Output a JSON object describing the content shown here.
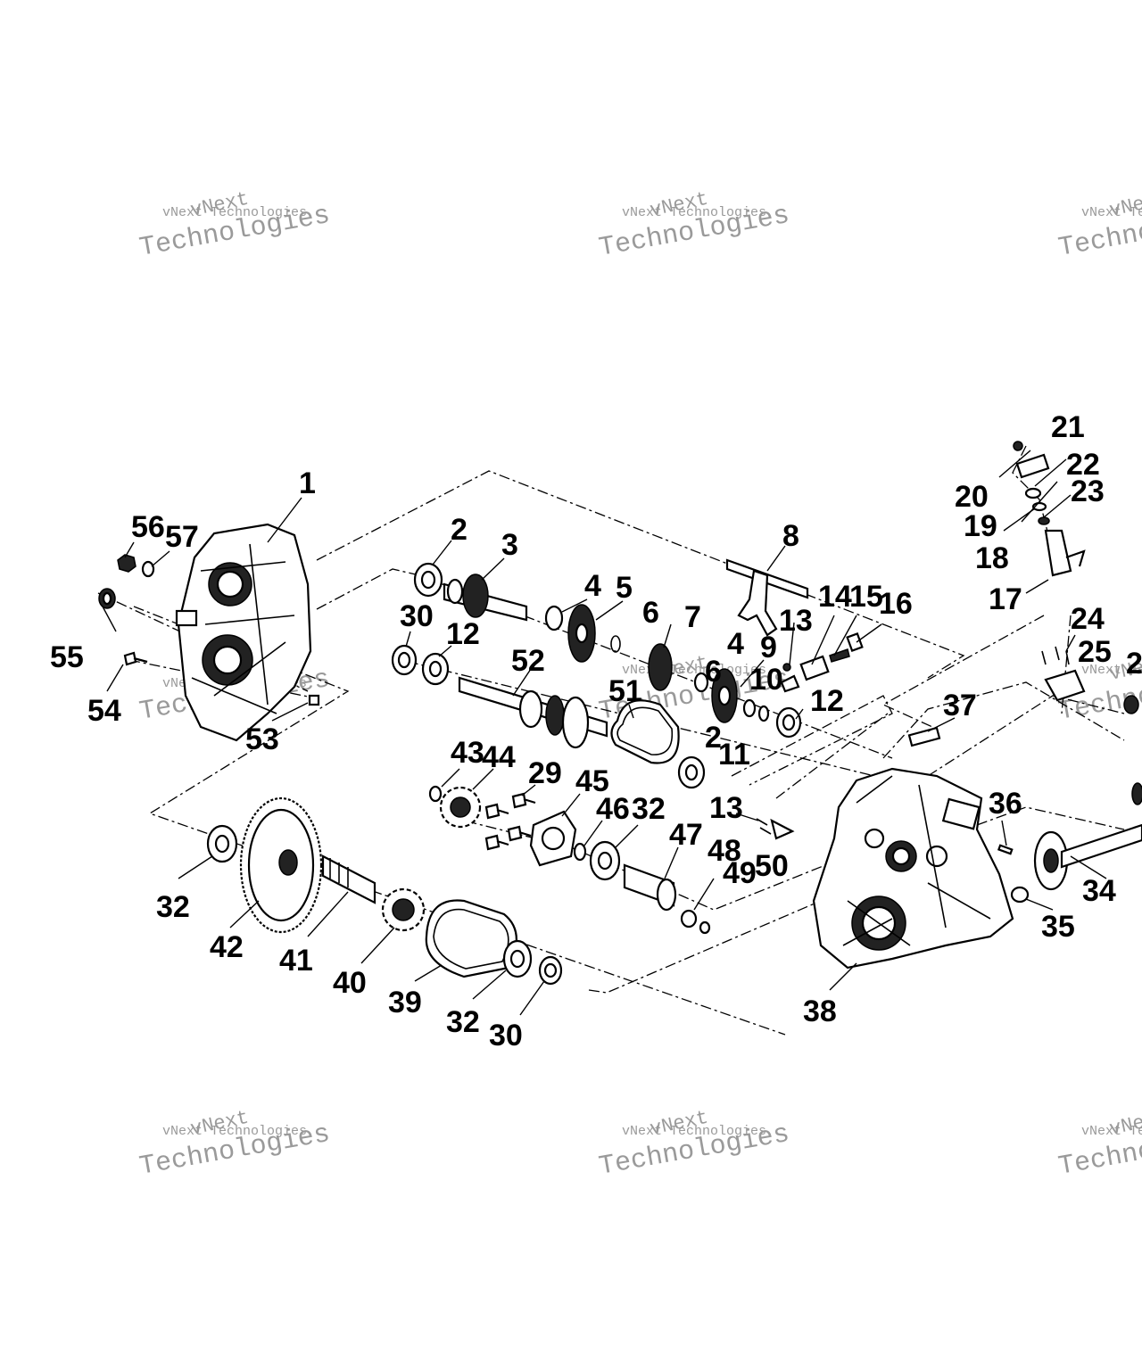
{
  "watermark": {
    "line1": "vNext",
    "line2": "vNext Technologies",
    "line3": "Technologies"
  },
  "callouts": [
    {
      "id": "c1",
      "text": "1"
    },
    {
      "id": "c2a",
      "text": "2"
    },
    {
      "id": "c2b",
      "text": "2"
    },
    {
      "id": "c3",
      "text": "3"
    },
    {
      "id": "c4a",
      "text": "4"
    },
    {
      "id": "c4b",
      "text": "4"
    },
    {
      "id": "c5",
      "text": "5"
    },
    {
      "id": "c6a",
      "text": "6"
    },
    {
      "id": "c6b",
      "text": "6"
    },
    {
      "id": "c7",
      "text": "7"
    },
    {
      "id": "c8",
      "text": "8"
    },
    {
      "id": "c9",
      "text": "9"
    },
    {
      "id": "c10",
      "text": "10"
    },
    {
      "id": "c11",
      "text": "11"
    },
    {
      "id": "c12a",
      "text": "12"
    },
    {
      "id": "c12b",
      "text": "12"
    },
    {
      "id": "c13a",
      "text": "13"
    },
    {
      "id": "c13b",
      "text": "13"
    },
    {
      "id": "c14",
      "text": "14"
    },
    {
      "id": "c15",
      "text": "15"
    },
    {
      "id": "c16",
      "text": "16"
    },
    {
      "id": "c17",
      "text": "17"
    },
    {
      "id": "c18",
      "text": "18"
    },
    {
      "id": "c19",
      "text": "19"
    },
    {
      "id": "c20",
      "text": "20"
    },
    {
      "id": "c21",
      "text": "21"
    },
    {
      "id": "c22",
      "text": "22"
    },
    {
      "id": "c23",
      "text": "23"
    },
    {
      "id": "c24",
      "text": "24"
    },
    {
      "id": "c25",
      "text": "25"
    },
    {
      "id": "c26",
      "text": "2"
    },
    {
      "id": "c29",
      "text": "29"
    },
    {
      "id": "c30a",
      "text": "30"
    },
    {
      "id": "c30b",
      "text": "30"
    },
    {
      "id": "c32a",
      "text": "32"
    },
    {
      "id": "c32b",
      "text": "32"
    },
    {
      "id": "c32c",
      "text": "32"
    },
    {
      "id": "c34",
      "text": "34"
    },
    {
      "id": "c35",
      "text": "35"
    },
    {
      "id": "c36",
      "text": "36"
    },
    {
      "id": "c37",
      "text": "37"
    },
    {
      "id": "c38",
      "text": "38"
    },
    {
      "id": "c39",
      "text": "39"
    },
    {
      "id": "c40",
      "text": "40"
    },
    {
      "id": "c41",
      "text": "41"
    },
    {
      "id": "c42",
      "text": "42"
    },
    {
      "id": "c43",
      "text": "43"
    },
    {
      "id": "c44",
      "text": "44"
    },
    {
      "id": "c45",
      "text": "45"
    },
    {
      "id": "c46",
      "text": "46"
    },
    {
      "id": "c47",
      "text": "47"
    },
    {
      "id": "c48",
      "text": "48"
    },
    {
      "id": "c49",
      "text": "49"
    },
    {
      "id": "c50",
      "text": "50"
    },
    {
      "id": "c51",
      "text": "51"
    },
    {
      "id": "c52",
      "text": "52"
    },
    {
      "id": "c53",
      "text": "53"
    },
    {
      "id": "c54",
      "text": "54"
    },
    {
      "id": "c55",
      "text": "55"
    },
    {
      "id": "c56",
      "text": "56"
    },
    {
      "id": "c57",
      "text": "57"
    }
  ]
}
